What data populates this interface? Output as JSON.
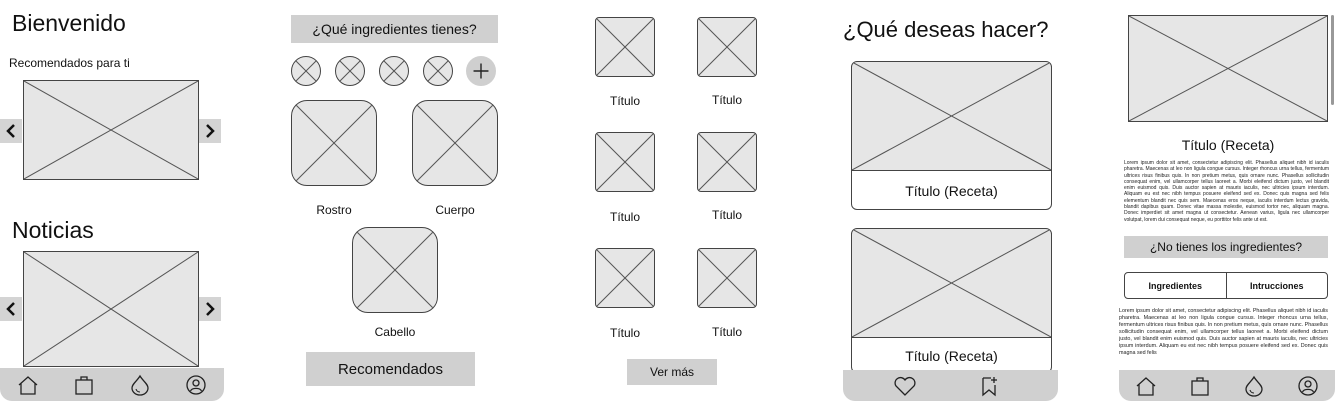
{
  "screen1": {
    "title": "Bienvenido",
    "recommended_label": "Recomendados para ti",
    "news_title": "Noticias"
  },
  "screen2": {
    "question": "¿Qué ingredientes tienes?",
    "categories": [
      "Rostro",
      "Cuerpo",
      "Cabello"
    ],
    "recommend_button": "Recomendados"
  },
  "screen3": {
    "items": [
      "Título",
      "Título",
      "Título",
      "Título",
      "Título",
      "Título"
    ],
    "more_button": "Ver más"
  },
  "screen4": {
    "title": "¿Qué deseas hacer?",
    "recipes": [
      "Título (Receta)",
      "Título (Receta)"
    ]
  },
  "screen5": {
    "recipe_title": "Título (Receta)",
    "description": "Lorem ipsum dolor sit amet, consectetur adipiscing elit. Phasellus aliquet nibh id iaculis pharetra. Maecenas at leo non ligula congue cursus. Integer rhoncus urna tellus, fermentum ultrices risus finibus quis. In non pretium metus, quis ornare nunc. Phasellus sollicitudin consequat enim, vel ullamcorper tellus laoreet a. Morbi eleifend dictum justo, vel blandit enim euismod quis. Duis auctor sapien at mauris iaculis, nec ultricies ipsum interdum. Aliquam eu est nec nibh tempus posuere eleifend sed ex. Donec quis magna sed felis elementum blandit nec quis sem. Maecenas eros neque, iaculis interdum lectus gravida, blandit dapibus quam. Donec vitae massa molestie, euismod tortor nec, aliquam magna. Donec imperdiet sit amet magna ut consectetur. Aenean varius, ligula nec ullamcorper volutpat, lorem dui consequat neque, eu porttitor felis ante ut est.",
    "no_ingredients_button": "¿No tienes los ingredientes?",
    "tabs": [
      "Ingredientes",
      "Intrucciones"
    ],
    "instructions": "Lorem ipsum dolor sit amet, consectetur adipiscing elit. Phasellus aliquet nibh id iaculis pharetra. Maecenas at leo non ligula congue cursus. Integer rhoncus urna tellus, fermentum ultrices risus finibus quis. In non pretium metus, quis ornare nunc. Phasellus sollicitudin consequat enim, vel ullamcorper tellus laoreet a. Morbi eleifend dictum justo, vel blandit enim euismod quis. Duis auctor sapien at mauris iaculis, nec ultricies ipsum interdum. Aliquam eu est nec nibh tempus posuere eleifend sed ex. Donec quis magna sed felis"
  },
  "icons": {
    "nav": [
      "home-icon",
      "shopping-bag-icon",
      "drop-icon",
      "profile-icon"
    ],
    "screen4_nav": [
      "heart-icon",
      "bookmark-add-icon"
    ],
    "ingredients": [
      "placeholder-icon",
      "placeholder-icon",
      "placeholder-icon",
      "placeholder-icon",
      "plus-icon"
    ],
    "arrows": [
      "chevron-left-icon",
      "chevron-right-icon"
    ]
  }
}
